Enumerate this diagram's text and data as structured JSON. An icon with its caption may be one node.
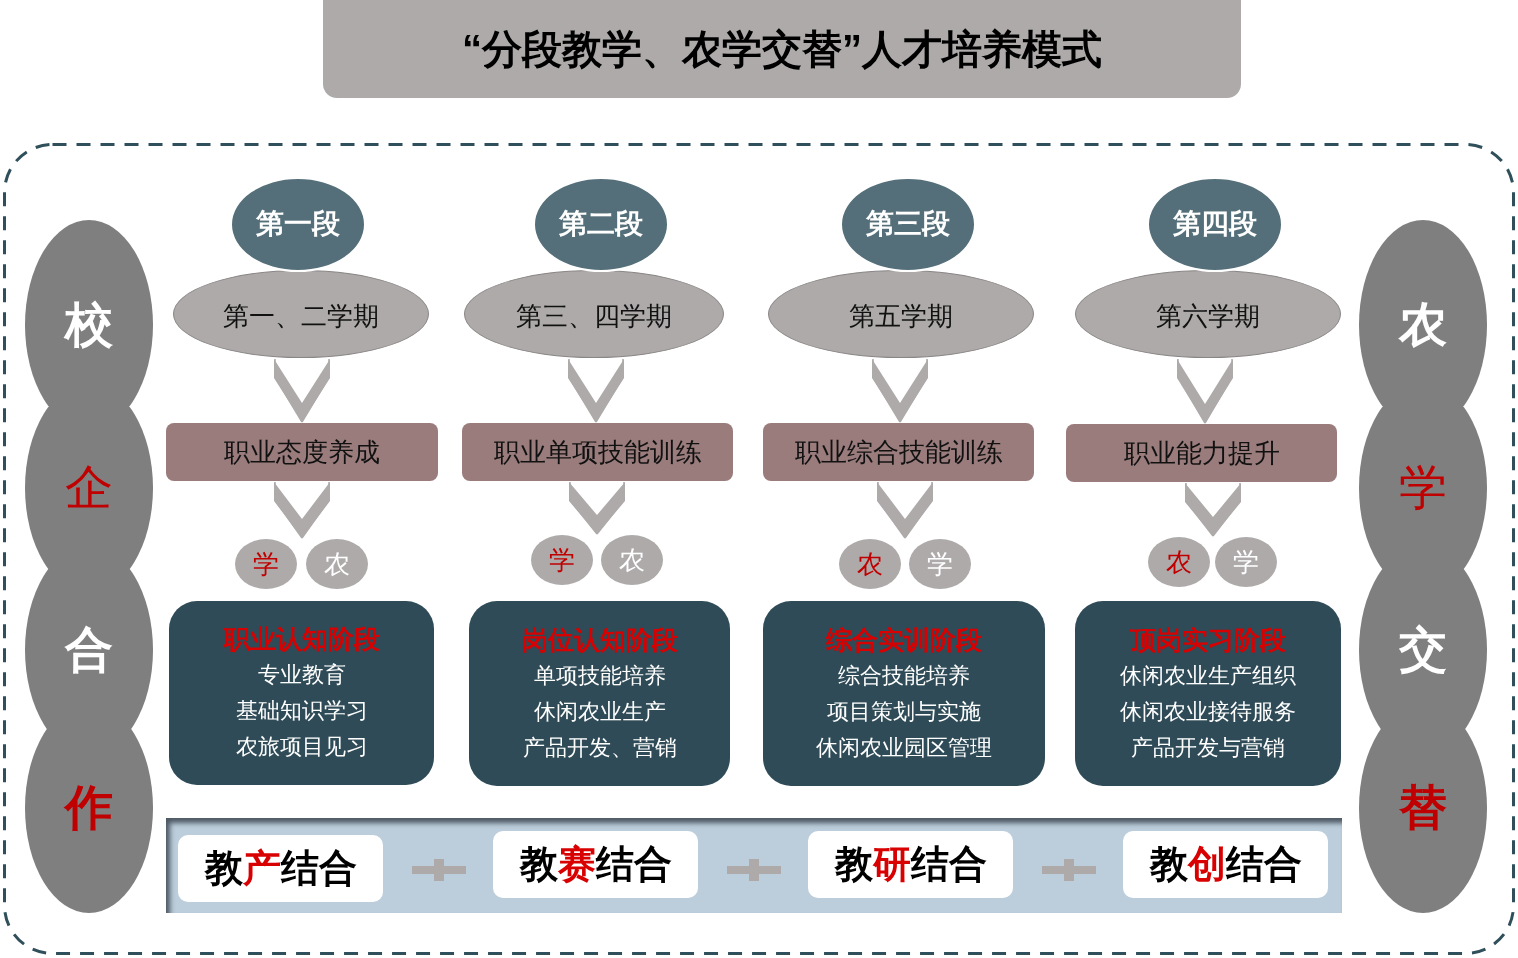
{
  "diagram": {
    "title": "“分段教学、农学交替”人才培养模式",
    "nodes": [
      {
        "text": [],
        "shape": "box"
      },
      {
        "text": [
          "校"
        ],
        "in": 0
      },
      {
        "text": [
          "企"
        ],
        "in": 0
      },
      {
        "text": [
          "合"
        ],
        "in": 0
      },
      {
        "text": [
          "作"
        ],
        "in": 0
      },
      {
        "text": [
          "第一段"
        ],
        "in": 0
      },
      {
        "text": [
          "第一、二学期"
        ],
        "in": 0
      },
      {
        "text": [
          "职业态度养成"
        ],
        "in": 0
      },
      {
        "text": [
          "学"
        ],
        "in": 0
      },
      {
        "text": [
          "农"
        ],
        "in": 0
      },
      {
        "text": [
          "职业认知阶段",
          "专业教育",
          "基础知识学习",
          "农旅项目见习"
        ],
        "in": 0
      },
      {
        "text": [
          "第二段"
        ],
        "in": 0
      },
      {
        "text": [
          "第三、四学期"
        ],
        "in": 0
      },
      {
        "text": [
          "职业单项技能训练"
        ],
        "in": 0
      },
      {
        "text": [
          "学"
        ],
        "in": 0
      },
      {
        "text": [
          "农"
        ],
        "in": 0
      },
      {
        "text": [
          "岗位认知阶段",
          "单项技能培养",
          "休闲农业生产",
          "产品开发、营销"
        ],
        "in": 0
      },
      {
        "text": [
          "第三段"
        ],
        "in": 0
      },
      {
        "text": [
          "第五学期"
        ],
        "in": 0
      },
      {
        "text": [
          "职业综合技能训练"
        ],
        "in": 0
      },
      {
        "text": [
          "农"
        ],
        "in": 0
      },
      {
        "text": [
          "学"
        ],
        "in": 0
      },
      {
        "text": [
          "综合实训阶段",
          "综合技能培养",
          "项目策划与实施",
          "休闲农业园区管理"
        ],
        "in": 0
      },
      {
        "text": [
          "第四段"
        ],
        "in": 0
      },
      {
        "text": [
          "第六学期"
        ],
        "in": 0
      },
      {
        "text": [
          "职业能力提升"
        ],
        "in": 0
      },
      {
        "text": [
          "农"
        ],
        "in": 0
      },
      {
        "text": [
          "学"
        ],
        "in": 0
      },
      {
        "text": [
          "顶岗实习阶段",
          "休闲农业生产组织",
          "休闲农业接待服务",
          "产品开发与营销"
        ],
        "in": 0
      },
      {
        "text": [
          "农"
        ],
        "in": 0
      },
      {
        "text": [
          "学"
        ],
        "in": 0
      },
      {
        "text": [
          "交"
        ],
        "in": 0
      },
      {
        "text": [
          "替"
        ],
        "in": 0
      },
      {
        "text": [],
        "shape": "bar",
        "in": 0
      },
      {
        "text": [
          "教产结合"
        ],
        "in": 33
      },
      {
        "text": [
          "教赛结合"
        ],
        "in": 33
      },
      {
        "text": [
          "教研结合"
        ],
        "in": 33
      },
      {
        "text": [
          "教创结合"
        ],
        "in": 33
      }
    ],
    "edges": [
      {
        "from": 6,
        "to": 7,
        "arrow": "to"
      },
      {
        "from": 7,
        "to": 8,
        "arrow": "to"
      },
      {
        "from": 7,
        "to": 9,
        "arrow": "to"
      },
      {
        "from": 12,
        "to": 13,
        "arrow": "to"
      },
      {
        "from": 13,
        "to": 14,
        "arrow": "to"
      },
      {
        "from": 13,
        "to": 15,
        "arrow": "to"
      },
      {
        "from": 18,
        "to": 19,
        "arrow": "to"
      },
      {
        "from": 19,
        "to": 20,
        "arrow": "to"
      },
      {
        "from": 19,
        "to": 21,
        "arrow": "to"
      },
      {
        "from": 24,
        "to": 25,
        "arrow": "to"
      },
      {
        "from": 25,
        "to": 26,
        "arrow": "to"
      },
      {
        "from": 25,
        "to": 27,
        "arrow": "to"
      }
    ]
  }
}
